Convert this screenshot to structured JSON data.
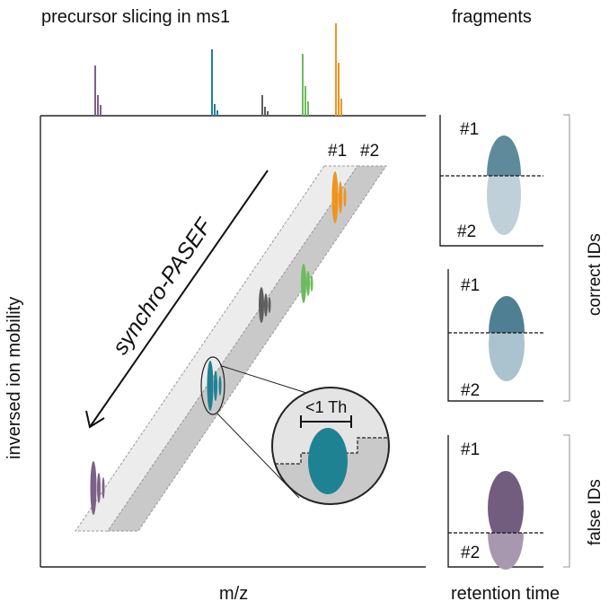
{
  "titles": {
    "precursor": "precursor slicing in ms1",
    "fragments": "fragments"
  },
  "axes": {
    "x_label": "m/z",
    "y_label": "inversed ion mobility",
    "rt_label": "retention time"
  },
  "scan": {
    "label": "synchro-PASEF",
    "slice1": "#1",
    "slice2": "#2"
  },
  "zoom": {
    "width_label": "<1 Th"
  },
  "panels": [
    {
      "top": "#1",
      "bottom": "#2",
      "intensity_color": "#5f8a9c",
      "body_color": "#bfd0d8"
    },
    {
      "top": "#1",
      "bottom": "#2",
      "intensity_color": "#4e7f93",
      "body_color": "#aac3cf"
    },
    {
      "top": "#1",
      "bottom": "#2",
      "intensity_color": "#735d7f",
      "body_color": "#a798af"
    }
  ],
  "groups": {
    "correct": "correct IDs",
    "false": "false IDs"
  },
  "colors": {
    "purple": "#7c6287",
    "teal": "#1f8293",
    "gray": "#5e5e5e",
    "green": "#6dbb5c",
    "orange": "#ef941c",
    "band_light": "#ececec",
    "band_dark": "#c9c9c9"
  }
}
